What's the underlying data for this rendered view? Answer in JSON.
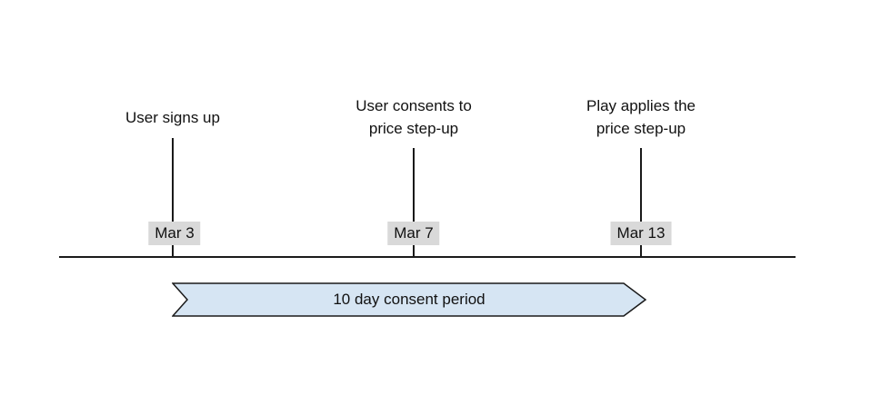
{
  "timeline": {
    "events": [
      {
        "title": "User signs up",
        "date": "Mar 3"
      },
      {
        "title": "User consents to\nprice step-up",
        "date": "Mar 7"
      },
      {
        "title": "Play applies the\nprice step-up",
        "date": "Mar 13"
      }
    ],
    "period": {
      "label": "10 day consent period"
    },
    "colors": {
      "arrow_fill": "#d6e5f3",
      "arrow_stroke": "#1a1a1a",
      "axis_color": "#1a1a1a",
      "date_label_bg": "#d9d9d9"
    }
  }
}
